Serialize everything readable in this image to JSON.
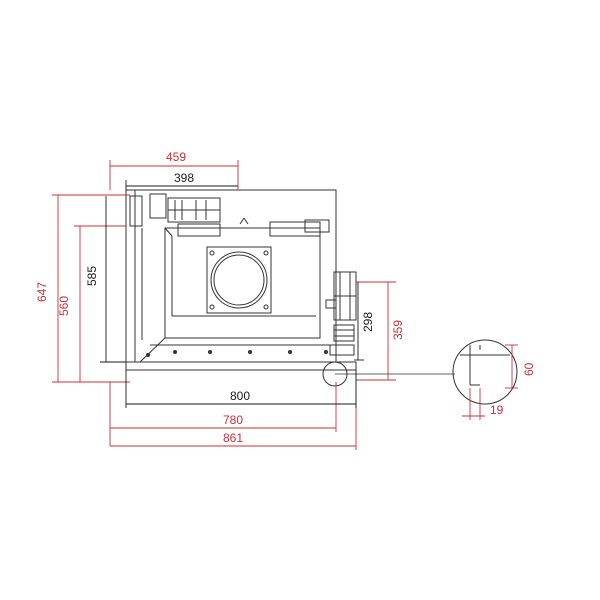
{
  "colors": {
    "red_dimension": "#c8313a",
    "black_dimension": "#1a1a1a",
    "outline": "#333333"
  },
  "dimensions": {
    "top_459": "459",
    "top_398": "398",
    "left_647": "647",
    "left_560": "560",
    "left_585": "585",
    "right_298": "298",
    "right_359": "359",
    "bottom_800": "800",
    "bottom_780": "780",
    "bottom_861": "861",
    "detail_60": "60",
    "detail_19": "19"
  }
}
